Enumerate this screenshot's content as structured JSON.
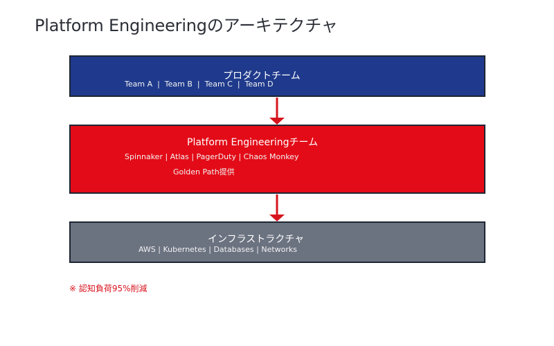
{
  "title": "Platform Engineeringのアーキテクチャ",
  "colors": {
    "product_layer": "#1f3a8c",
    "platform_layer": "#e30b17",
    "infra_layer": "#6b7280",
    "border": "#1e2533",
    "arrow": "#d7141e",
    "footnote": "#d7141e"
  },
  "layers": [
    {
      "heading": "プロダクトチーム",
      "items": "Team A  |  Team B  |  Team C  |  Team D"
    },
    {
      "heading": "Platform Engineeringチーム",
      "items": "Spinnaker | Atlas | PagerDuty | Chaos Monkey",
      "note": "Golden Path提供"
    },
    {
      "heading": "インフラストラクチャ",
      "items": "AWS | Kubernetes | Databases | Networks"
    }
  ],
  "footnote": "※ 認知負荷95%削減"
}
